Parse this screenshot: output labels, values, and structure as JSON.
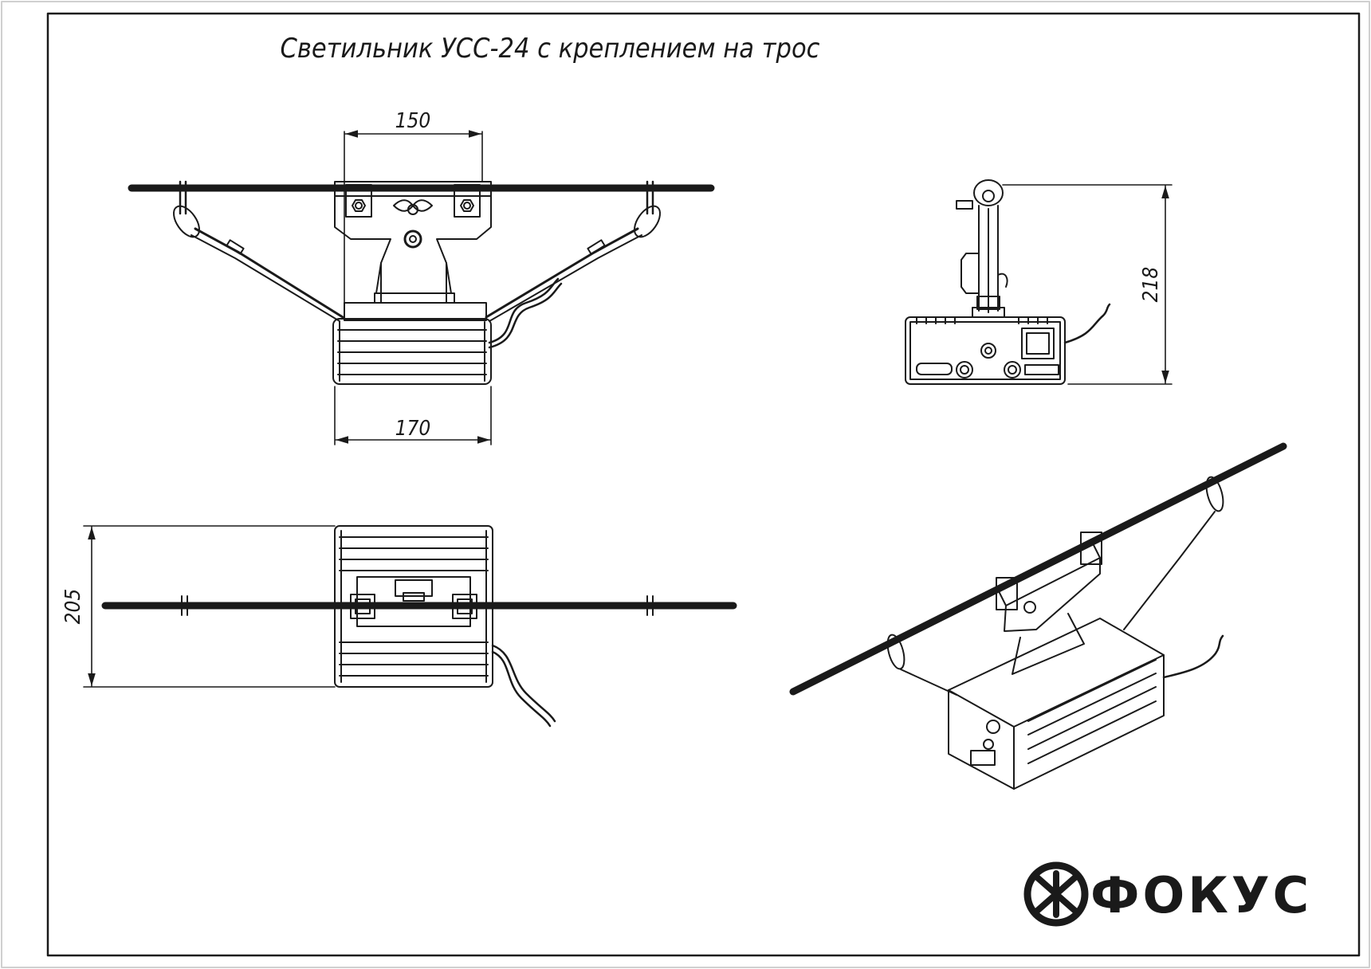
{
  "drawing": {
    "title": "Светильник УСС-24 с креплением на трос",
    "dimensions": {
      "top_width": "150",
      "bottom_width": "170",
      "side_height": "218",
      "plan_height": "205"
    },
    "logo": {
      "text": "ФОКУС"
    }
  },
  "colors": {
    "line": "#1a1a1a",
    "background": "#ffffff"
  }
}
